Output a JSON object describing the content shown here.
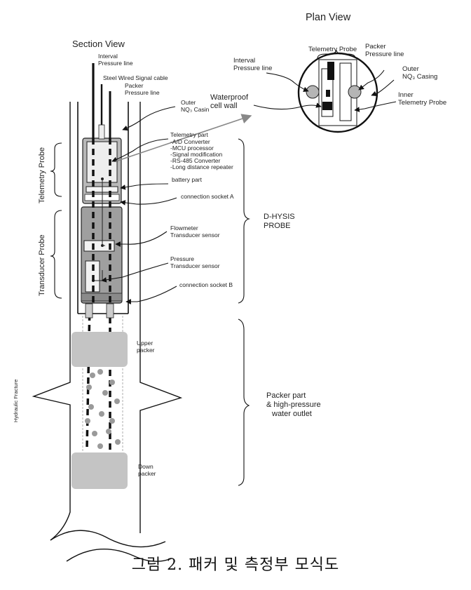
{
  "section_view": {
    "title": "Section View",
    "labels": {
      "interval_line_1": "Interval",
      "interval_line_2": "Pressure line",
      "steel_cable": "Steel Wired Signal cable",
      "packer_line_1": "Packer",
      "packer_line_2": "Pressure line",
      "outer_casing_1": "Outer",
      "outer_casing_2": "NQ₃ Casin",
      "waterproof_1": "Waterproof",
      "waterproof_2": "cell wall",
      "telemetry_part": "Telemetry part",
      "telemetry_items": [
        "-A/D Converter",
        "-MCU processor",
        "-Signal modification",
        "-RS-485 Converter",
        "-Long distance repeater"
      ],
      "battery": "battery part",
      "socket_a": "connection socket A",
      "flowmeter_1": "Flowmeter",
      "flowmeter_2": "Transducer sensor",
      "pressure_1": "Pressure",
      "pressure_2": "Transducer sensor",
      "socket_b": "connection socket B",
      "upper_packer_1": "Upper",
      "upper_packer_2": "packer",
      "down_packer_1": "Down",
      "down_packer_2": "packer",
      "hydraulic_fracture": "Hydraulic Fracture",
      "telemetry_probe_side": "Telemetry  Probe",
      "transducer_probe_side": "Transducer Probe",
      "dhysis_1": "D-HYSIS",
      "dhysis_2": "PROBE",
      "packer_part_1": "Packer part",
      "packer_part_2": "& high-pressure",
      "packer_part_3": "water outlet"
    }
  },
  "plan_view": {
    "title": "Plan View",
    "labels": {
      "interval_1": "Interval",
      "interval_2": "Pressure line",
      "telemetry_probe": "Telemetry Probe",
      "packer_1": "Packer",
      "packer_2": "Pressure line",
      "outer_1": "Outer",
      "outer_2": "NQ₃ Casing",
      "inner_1": "Inner",
      "inner_2": "Telemetry Probe"
    }
  },
  "caption": "그림 2. 패커 및 측정부 모식도"
}
